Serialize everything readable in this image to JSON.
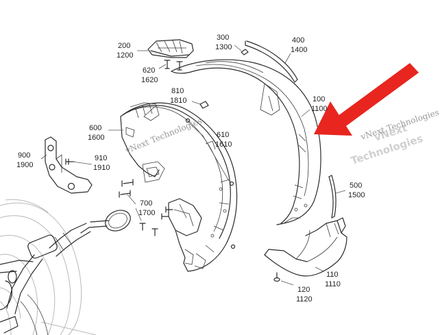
{
  "colors": {
    "arrow": "#e8251f",
    "line": "#2a2a2a",
    "background": "#ffffff"
  },
  "callouts": [
    {
      "id": "c200",
      "top": "200",
      "bottom": "1200"
    },
    {
      "id": "c300",
      "top": "300",
      "bottom": "1300"
    },
    {
      "id": "c400",
      "top": "400",
      "bottom": "1400"
    },
    {
      "id": "c620",
      "top": "620",
      "bottom": "1620"
    },
    {
      "id": "c810",
      "top": "810",
      "bottom": "1810"
    },
    {
      "id": "c600",
      "top": "600",
      "bottom": "1600"
    },
    {
      "id": "c610",
      "top": "610",
      "bottom": "1610"
    },
    {
      "id": "c100",
      "top": "100",
      "bottom": "1100"
    },
    {
      "id": "c900",
      "top": "900",
      "bottom": "1900"
    },
    {
      "id": "c910",
      "top": "910",
      "bottom": "1910"
    },
    {
      "id": "c500",
      "top": "500",
      "bottom": "1500"
    },
    {
      "id": "c700",
      "top": "700",
      "bottom": "1700"
    },
    {
      "id": "c110",
      "top": "110",
      "bottom": "1110"
    },
    {
      "id": "c120",
      "top": "120",
      "bottom": "1120"
    }
  ],
  "watermarks": {
    "text_1": "vNext Technologies",
    "text_2a": "vNext",
    "text_2b": "Technologies",
    "text_3": "vNext Technologies"
  }
}
